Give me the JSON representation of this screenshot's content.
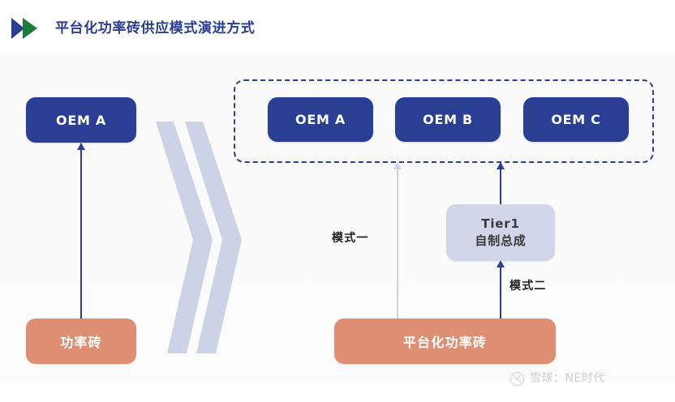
{
  "header": {
    "title": "平台化功率砖供应模式演进方式",
    "logo_icon": "double-chevron-logo",
    "logo_colors": {
      "blue": "#2a3f93",
      "green": "#1f7a3e"
    }
  },
  "diagram": {
    "left_group": {
      "top_node": {
        "label": "OEM A",
        "kind": "oem",
        "color": "#2a3f93"
      },
      "bottom_node": {
        "label": "功率砖",
        "kind": "brick",
        "color": "#dd8e73"
      },
      "arrow": {
        "name": "arrow-brick-to-oem-a",
        "color": "#2a3f93",
        "direction": "up"
      }
    },
    "transition_icon": "double-chevron-right-decoration",
    "right_group": {
      "dashed_container": {
        "name": "platform-oem-group",
        "border_color": "#2a3f93",
        "style": "dashed"
      },
      "oem_nodes": [
        {
          "label": "OEM A",
          "color": "#2a3f93"
        },
        {
          "label": "OEM B",
          "color": "#2a3f93"
        },
        {
          "label": "OEM C",
          "color": "#2a3f93"
        }
      ],
      "tier1_node": {
        "line1": "Tier1",
        "line2": "自制总成",
        "color": "#d2d6ea",
        "text_color": "#3a3a3a"
      },
      "bottom_node": {
        "label": "平台化功率砖",
        "kind": "brick",
        "color": "#dd8e73"
      },
      "modes": [
        {
          "label": "模式一",
          "arrow_color": "#ccd3e6",
          "path": "平台化功率砖 → OEM 群"
        },
        {
          "label": "模式二",
          "arrow_color": "#2a3f93",
          "path": "平台化功率砖 → Tier1自制总成 → OEM B"
        }
      ]
    }
  },
  "watermark": {
    "text": "雪球：NE时代",
    "icon": "xueqiu-circle-logo",
    "color": "#cfcfcf"
  }
}
